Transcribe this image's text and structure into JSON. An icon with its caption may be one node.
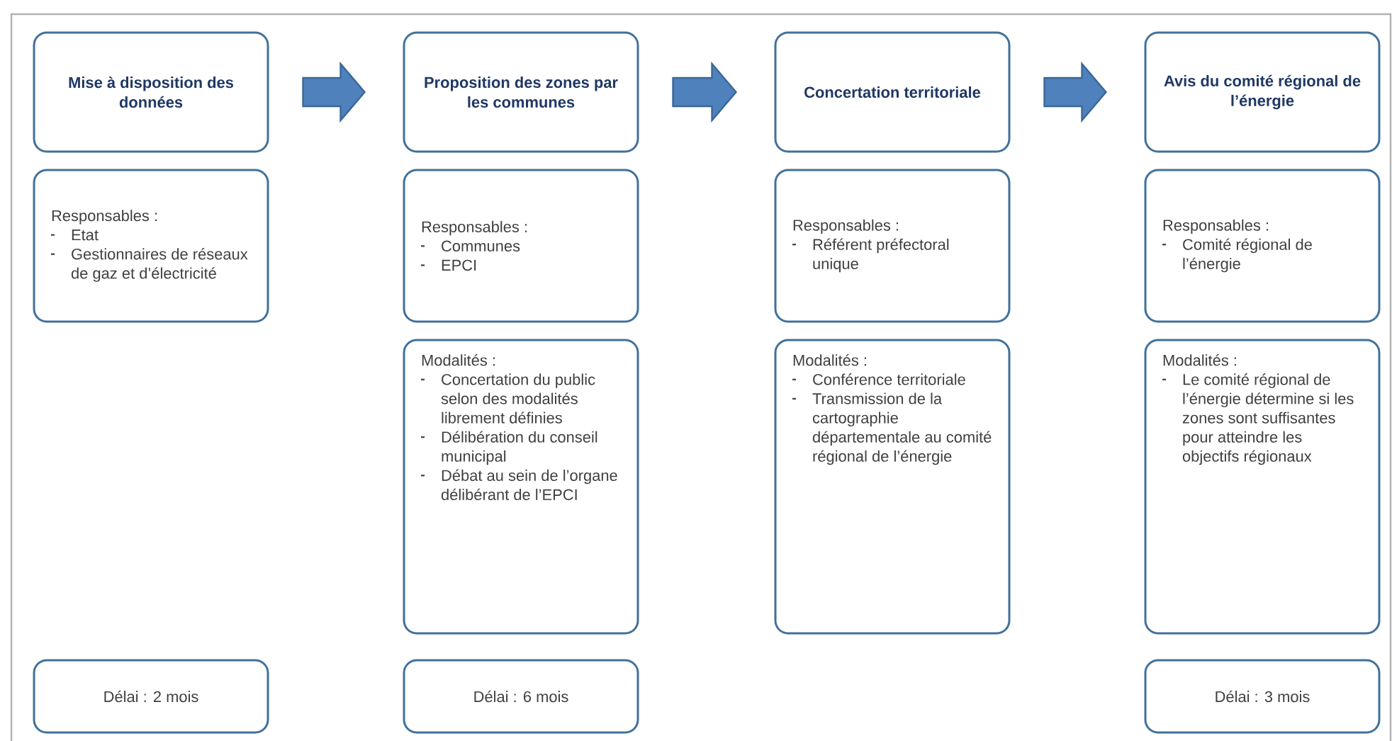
{
  "diagram": {
    "nodes": [
      {
        "text": [
          "Mise à disposition des données"
        ]
      },
      {
        "text": [
          "Responsables :",
          "Etat",
          "Gestionnaires de réseaux de gaz et d’électricité"
        ]
      },
      {
        "text": [
          "Délai : 2 mois"
        ]
      },
      {
        "text": [
          "Proposition des zones par les communes"
        ]
      },
      {
        "text": [
          "Responsables :",
          "Communes",
          "EPCI"
        ]
      },
      {
        "text": [
          "Modalités :",
          "Concertation du public selon des modalités librement définies",
          "Délibération du conseil municipal",
          "Débat au sein de l’organe délibérant de l’EPCI"
        ]
      },
      {
        "text": [
          "Délai : 6 mois"
        ]
      },
      {
        "text": [
          "Concertation territoriale"
        ]
      },
      {
        "text": [
          "Responsables :",
          "Référent préfectoral unique"
        ]
      },
      {
        "text": [
          "Modalités :",
          "Conférence territoriale",
          "Transmission de la cartographie départementale au comité régional de l’énergie"
        ]
      },
      {
        "text": [
          "Avis du comité régional de l’énergie"
        ]
      },
      {
        "text": [
          "Responsables :",
          "Comité régional de l’énergie"
        ]
      },
      {
        "text": [
          "Modalités :",
          "Le comité régional de l’énergie détermine si les zones sont suffisantes pour atteindre les objectifs régionaux"
        ]
      },
      {
        "text": [
          "Délai : 3 mois"
        ]
      }
    ],
    "edges": [
      {
        "from": 0,
        "to": 3,
        "arrow": "to"
      },
      {
        "from": 3,
        "to": 7,
        "arrow": "to"
      },
      {
        "from": 7,
        "to": 10,
        "arrow": "to"
      }
    ]
  }
}
